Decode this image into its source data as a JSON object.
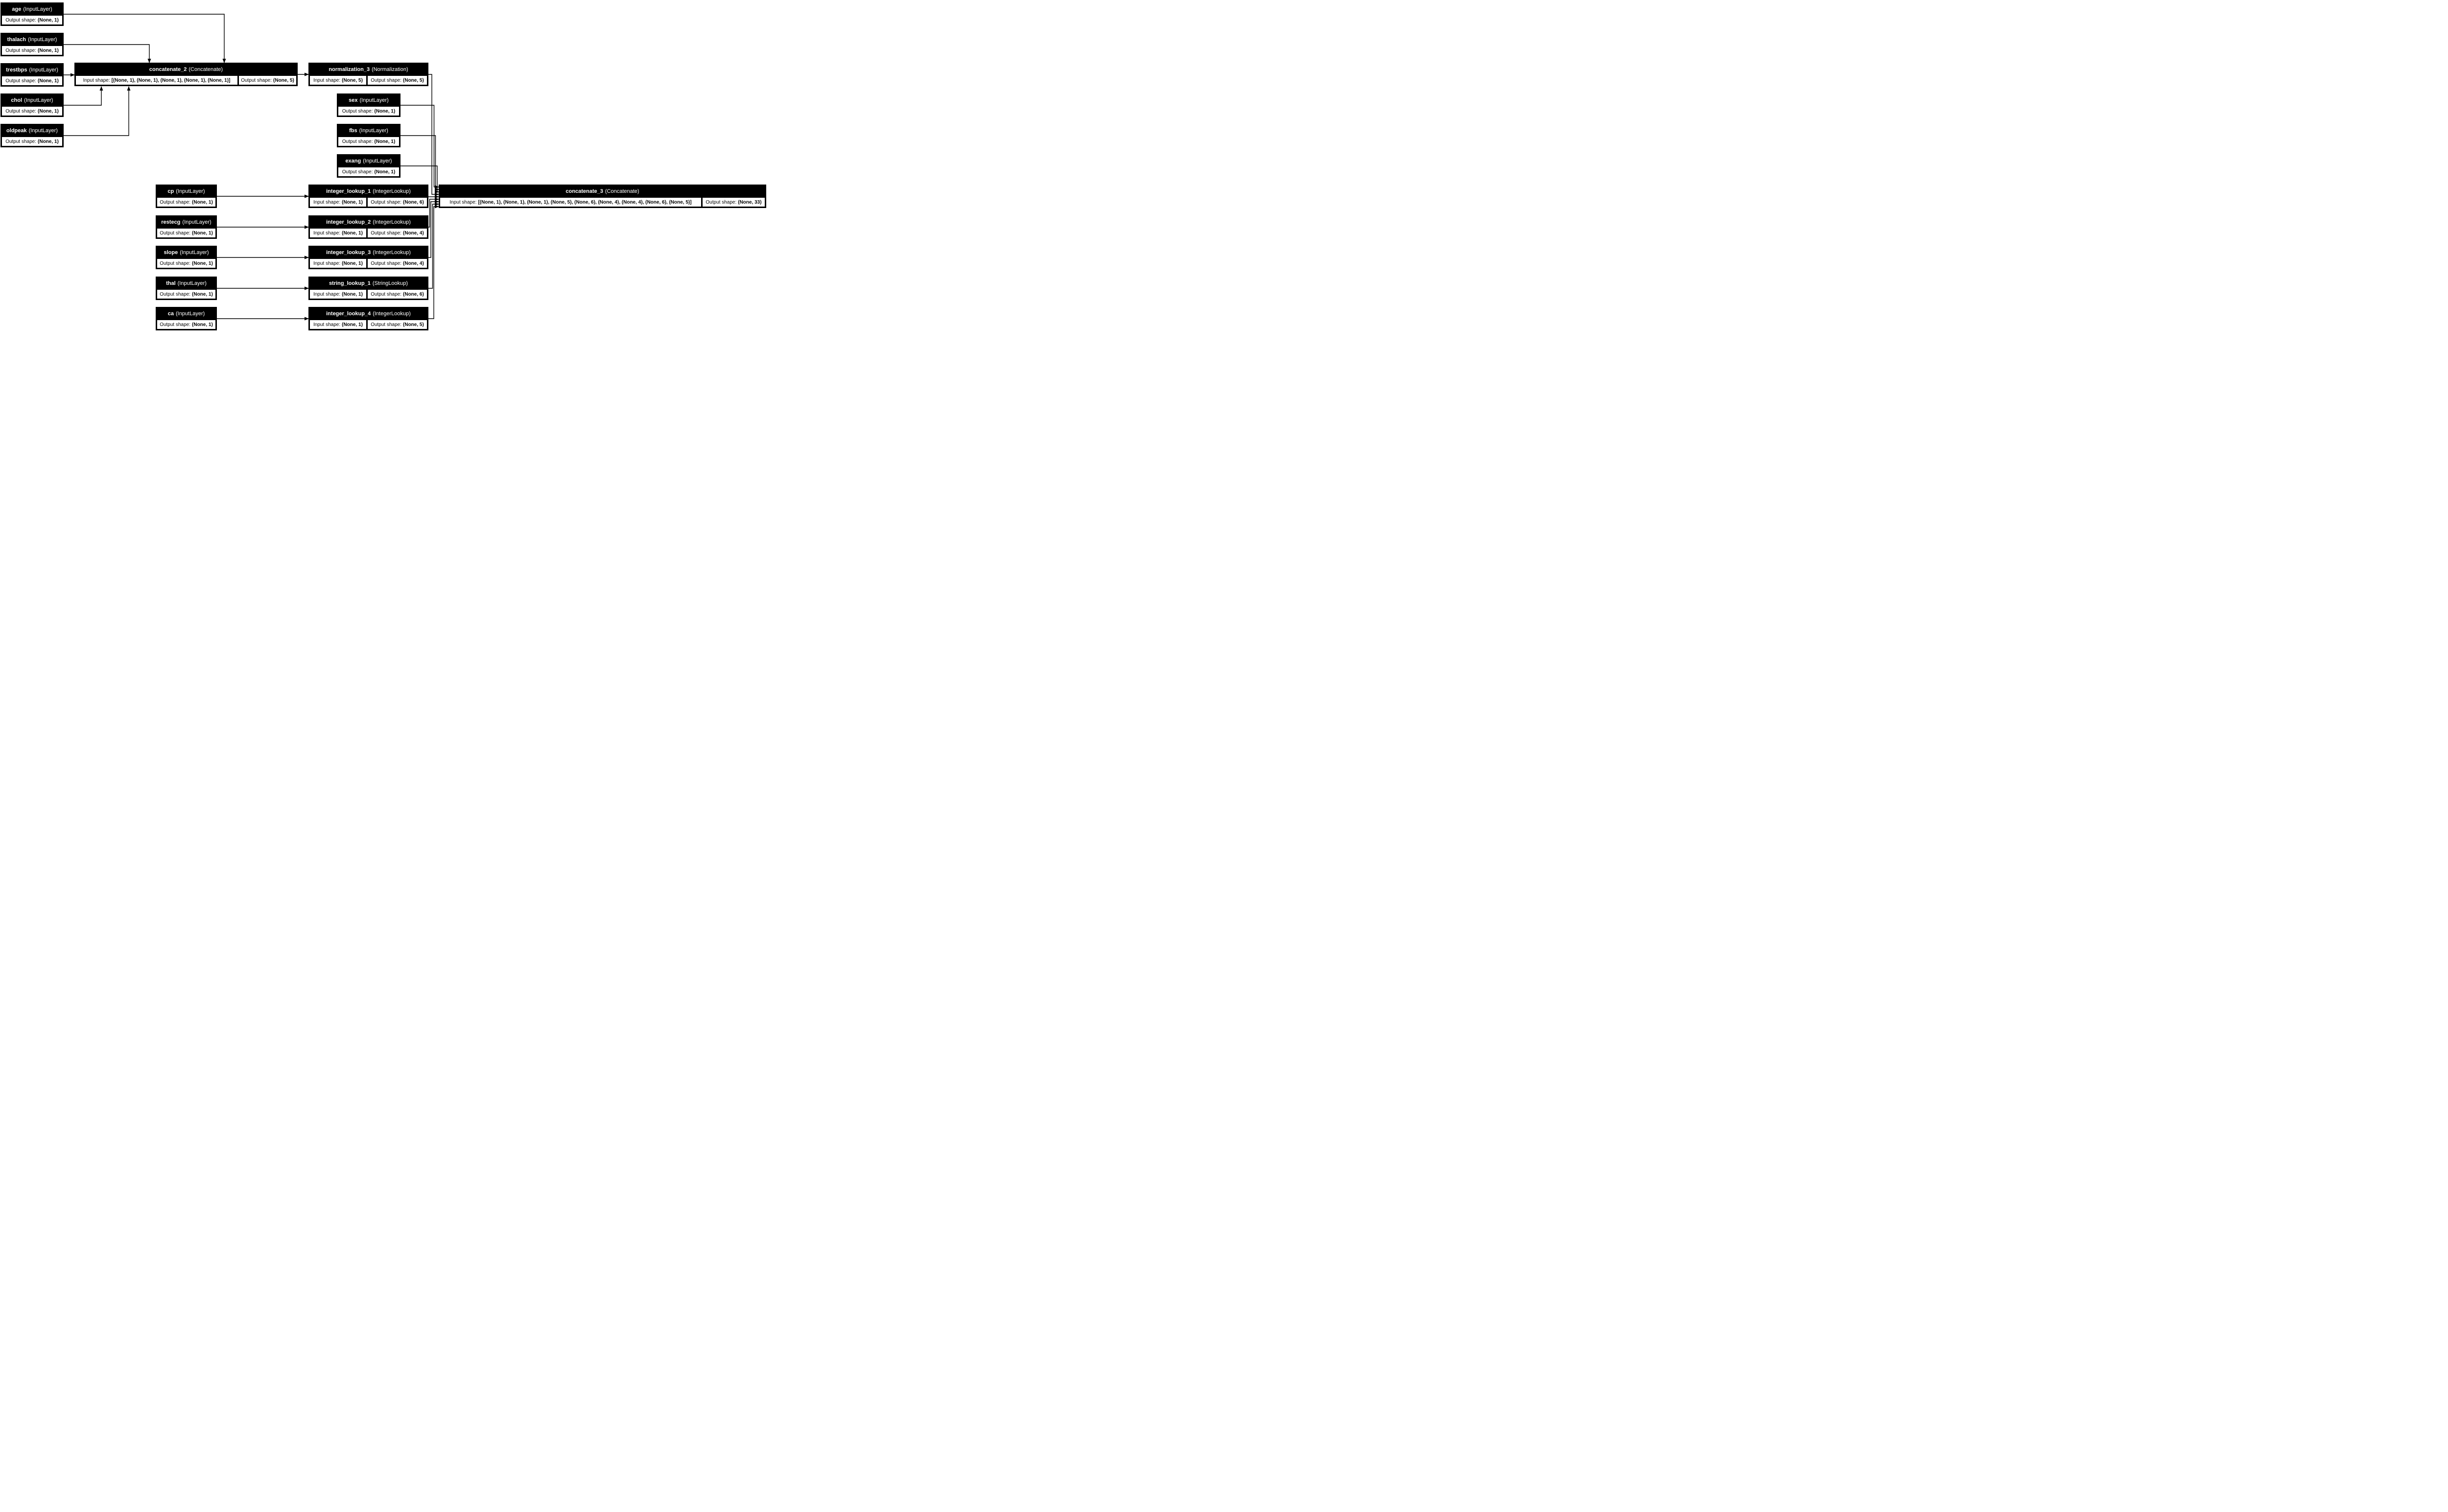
{
  "labels": {
    "input_shape": "Input shape:",
    "output_shape": "Output shape:"
  },
  "accent_colors": {
    "node_fill": "#000000",
    "node_text": "#ffffff",
    "cell_fill": "#ffffff",
    "cell_text": "#000000",
    "edge": "#000000"
  },
  "nodes": {
    "age": {
      "name": "age",
      "type_label": "(InputLayer)",
      "output_shape": "(None, 1)"
    },
    "thalach": {
      "name": "thalach",
      "type_label": "(InputLayer)",
      "output_shape": "(None, 1)"
    },
    "trestbps": {
      "name": "trestbps",
      "type_label": "(InputLayer)",
      "output_shape": "(None, 1)"
    },
    "chol": {
      "name": "chol",
      "type_label": "(InputLayer)",
      "output_shape": "(None, 1)"
    },
    "oldpeak": {
      "name": "oldpeak",
      "type_label": "(InputLayer)",
      "output_shape": "(None, 1)"
    },
    "concatenate_2": {
      "name": "concatenate_2",
      "type_label": "(Concatenate)",
      "input_shape": "[(None, 1), (None, 1), (None, 1), (None, 1), (None, 1)]",
      "output_shape": "(None, 5)"
    },
    "normalization_3": {
      "name": "normalization_3",
      "type_label": "(Normalization)",
      "input_shape": "(None, 5)",
      "output_shape": "(None, 5)"
    },
    "sex": {
      "name": "sex",
      "type_label": "(InputLayer)",
      "output_shape": "(None, 1)"
    },
    "fbs": {
      "name": "fbs",
      "type_label": "(InputLayer)",
      "output_shape": "(None, 1)"
    },
    "exang": {
      "name": "exang",
      "type_label": "(InputLayer)",
      "output_shape": "(None, 1)"
    },
    "cp": {
      "name": "cp",
      "type_label": "(InputLayer)",
      "output_shape": "(None, 1)"
    },
    "restecg": {
      "name": "restecg",
      "type_label": "(InputLayer)",
      "output_shape": "(None, 1)"
    },
    "slope": {
      "name": "slope",
      "type_label": "(InputLayer)",
      "output_shape": "(None, 1)"
    },
    "thal": {
      "name": "thal",
      "type_label": "(InputLayer)",
      "output_shape": "(None, 1)"
    },
    "ca": {
      "name": "ca",
      "type_label": "(InputLayer)",
      "output_shape": "(None, 1)"
    },
    "integer_lookup_1": {
      "name": "integer_lookup_1",
      "type_label": "(IntegerLookup)",
      "input_shape": "(None, 1)",
      "output_shape": "(None, 6)"
    },
    "integer_lookup_2": {
      "name": "integer_lookup_2",
      "type_label": "(IntegerLookup)",
      "input_shape": "(None, 1)",
      "output_shape": "(None, 4)"
    },
    "integer_lookup_3": {
      "name": "integer_lookup_3",
      "type_label": "(IntegerLookup)",
      "input_shape": "(None, 1)",
      "output_shape": "(None, 4)"
    },
    "string_lookup_1": {
      "name": "string_lookup_1",
      "type_label": "(StringLookup)",
      "input_shape": "(None, 1)",
      "output_shape": "(None, 6)"
    },
    "integer_lookup_4": {
      "name": "integer_lookup_4",
      "type_label": "(IntegerLookup)",
      "input_shape": "(None, 1)",
      "output_shape": "(None, 5)"
    },
    "concatenate_3": {
      "name": "concatenate_3",
      "type_label": "(Concatenate)",
      "input_shape": "[(None, 1), (None, 1), (None, 1), (None, 5), (None, 6), (None, 4), (None, 4), (None, 6), (None, 5)]",
      "output_shape": "(None, 33)"
    }
  },
  "edges": [
    {
      "from": "age",
      "to": "concatenate_2"
    },
    {
      "from": "thalach",
      "to": "concatenate_2"
    },
    {
      "from": "trestbps",
      "to": "concatenate_2"
    },
    {
      "from": "chol",
      "to": "concatenate_2"
    },
    {
      "from": "oldpeak",
      "to": "concatenate_2"
    },
    {
      "from": "concatenate_2",
      "to": "normalization_3"
    },
    {
      "from": "normalization_3",
      "to": "concatenate_3"
    },
    {
      "from": "sex",
      "to": "concatenate_3"
    },
    {
      "from": "fbs",
      "to": "concatenate_3"
    },
    {
      "from": "exang",
      "to": "concatenate_3"
    },
    {
      "from": "cp",
      "to": "integer_lookup_1"
    },
    {
      "from": "integer_lookup_1",
      "to": "concatenate_3"
    },
    {
      "from": "restecg",
      "to": "integer_lookup_2"
    },
    {
      "from": "integer_lookup_2",
      "to": "concatenate_3"
    },
    {
      "from": "slope",
      "to": "integer_lookup_3"
    },
    {
      "from": "integer_lookup_3",
      "to": "concatenate_3"
    },
    {
      "from": "thal",
      "to": "string_lookup_1"
    },
    {
      "from": "string_lookup_1",
      "to": "concatenate_3"
    },
    {
      "from": "ca",
      "to": "integer_lookup_4"
    },
    {
      "from": "integer_lookup_4",
      "to": "concatenate_3"
    }
  ]
}
